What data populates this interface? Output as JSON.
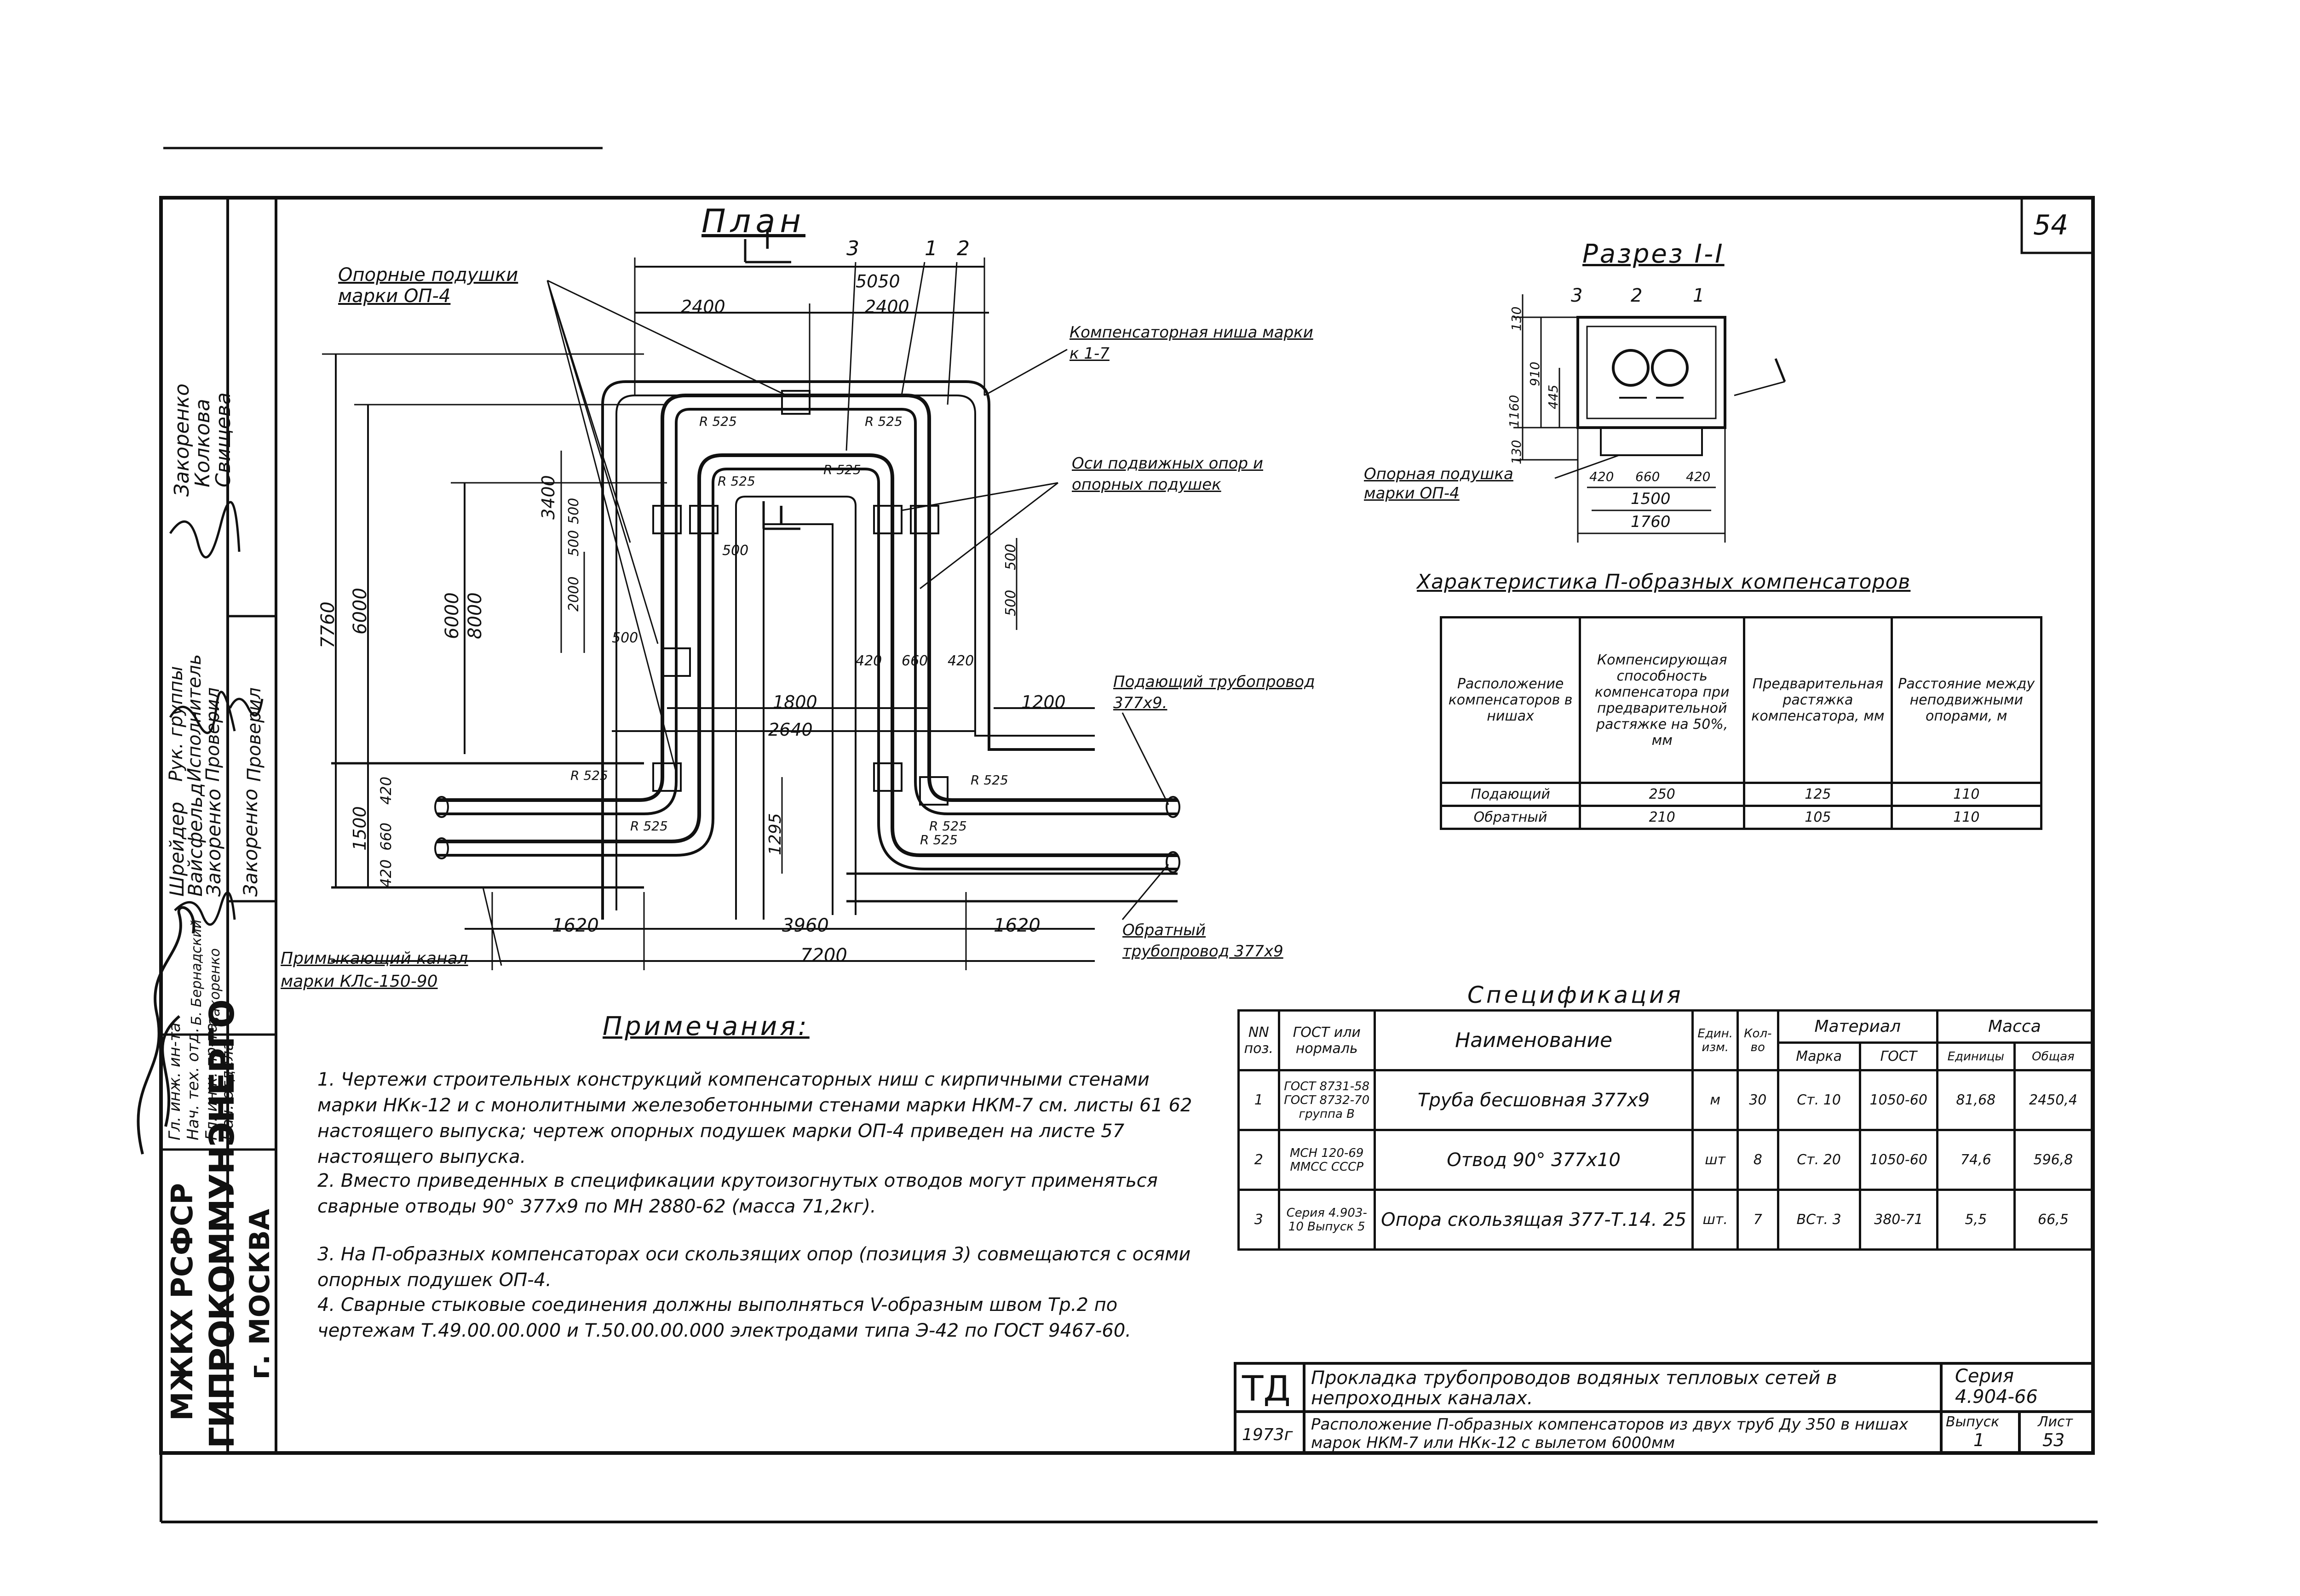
{
  "sheet_number": "54",
  "plan": {
    "title": "План",
    "section_marker": "I",
    "callouts": {
      "pads": "Опорные подушки марки ОП-4",
      "niche": "Компенсаторная ниша марки к 1-7",
      "axes": "Оси подвижных опор и опорных подушек",
      "supply": "Подающий трубопровод 377х9.",
      "return": "Обратный трубопровод 377х9",
      "channel": "Примыкающий канал марки КЛс-150-90"
    },
    "position_marks": [
      "3",
      "1",
      "2"
    ],
    "dims": {
      "top_total": "5050",
      "top_left": "2400",
      "top_right": "2400",
      "left_outer": "7760",
      "left_6000a": "6000",
      "left_6000b": "6000",
      "left_8000": "8000",
      "left_1500": "1500",
      "left_420a": "420",
      "left_420b": "420",
      "left_660": "660",
      "left_3400": "3400",
      "left_500a": "500",
      "left_500b": "500",
      "left_500c": "500",
      "left_2000": "2000",
      "mid_500": "500",
      "right_500a": "500",
      "right_500b": "500",
      "mid_1800": "1800",
      "mid_2640": "2640",
      "mid_1200": "1200",
      "mid_1295": "1295",
      "mid_420": "420",
      "mid_660": "660",
      "mid_420b": "420",
      "bottom_1620a": "1620",
      "bottom_3960": "3960",
      "bottom_1620b": "1620",
      "bottom_total": "7200",
      "radius_labels": [
        "R 525",
        "R 525",
        "R 525",
        "R 525",
        "R 525",
        "R 525",
        "R 525",
        "R 525",
        "R 525"
      ]
    }
  },
  "section": {
    "title": "Разрез I-I",
    "position_marks": [
      "3",
      "2",
      "1"
    ],
    "dims": {
      "h1": "130",
      "h2": "910",
      "h3": "1160",
      "h4": "445",
      "h5": "130",
      "w1": "420",
      "w2": "660",
      "w3": "420",
      "w4": "1500",
      "w5": "1760"
    },
    "pad_label": "Опорная подушка марки ОП-4"
  },
  "characteristics": {
    "title": "Характеристика П-образных компенсаторов",
    "headers": [
      "Расположение компенсаторов в нишах",
      "Компенсирующая способность компенсатора при предварительной растяжке на 50%, мм",
      "Предварительная растяжка компенсатора, мм",
      "Расстояние между неподвижными опорами, м"
    ],
    "rows": [
      [
        "Подающий",
        "250",
        "125",
        "110"
      ],
      [
        "Обратный",
        "210",
        "105",
        "110"
      ]
    ]
  },
  "specification": {
    "title": "Спецификация",
    "headers": {
      "pos": "NN поз.",
      "gost": "ГОСТ или нормаль",
      "name": "Наименование",
      "unit": "Един. изм.",
      "qty": "Кол-во",
      "material": "Материал",
      "mark": "Марка",
      "mgost": "ГОСТ",
      "mass": "Масса",
      "mass_unit": "Единицы",
      "mass_total": "Общая"
    },
    "rows": [
      {
        "pos": "1",
        "gost": "ГОСТ 8731-58 ГОСТ 8732-70 группа В",
        "name": "Труба бесшовная 377х9",
        "unit": "м",
        "qty": "30",
        "mark": "Ст. 10",
        "mgost": "1050-60",
        "mass_unit": "81,68",
        "mass_total": "2450,4"
      },
      {
        "pos": "2",
        "gost": "МСН 120-69 ММСС СССР",
        "name": "Отвод 90° 377х10",
        "unit": "шт",
        "qty": "8",
        "mark": "Ст. 20",
        "mgost": "1050-60",
        "mass_unit": "74,6",
        "mass_total": "596,8"
      },
      {
        "pos": "3",
        "gost": "Серия 4.903-10 Выпуск 5",
        "name": "Опора скользящая 377-Т.14. 25",
        "unit": "шт.",
        "qty": "7",
        "mark": "ВСт. 3",
        "mgost": "380-71",
        "mass_unit": "5,5",
        "mass_total": "66,5"
      }
    ]
  },
  "notes": {
    "title": "Примечания:",
    "items": [
      "1. Чертежи строительных конструкций компенсаторных ниш с кирпичными стенами марки НКк-12 и с монолитными железобетонными стенами марки НКМ-7 см. листы 61 62 настоящего выпуска; чертеж опорных подушек марки ОП-4 приведен на листе 57 настоящего выпуска.",
      "2. Вместо приведенных в спецификации крутоизогнутых отводов могут применяться сварные отводы 90° 377х9 по МН 2880-62 (масса 71,2кг).",
      "3. На П-образных компенсаторах оси скользящих опор (позиция 3) совмещаются с осями опорных подушек ОП-4.",
      "4. Сварные стыковые соединения должны выполняться V-образным швом Тр.2 по чертежам Т.49.00.00.000 и Т.50.00.00.000 электродами типа Э-42 по ГОСТ 9467-60."
    ]
  },
  "title_block": {
    "code": "ТД",
    "title1": "Прокладка трубопроводов водяных тепловых сетей в непроходных каналах.",
    "title2": "Расположение П-образных компенсаторов из двух труб Ду 350 в нишах марок НКМ-7 или НКк-12 с вылетом 6000мм",
    "year": "1973г",
    "series_label": "Серия",
    "series_value": "4.904-66",
    "issue_label": "Выпуск",
    "issue_value": "1",
    "sheet_label": "Лист",
    "sheet_value": "53"
  },
  "side_stamp": {
    "org1": "МЖКХ РСФСР",
    "org2": "ГИПРОКОММУНЭНЕРГО",
    "city": "г. МОСКВА",
    "rows": [
      {
        "role": "Гл. инж. ин-та",
        "name": ""
      },
      {
        "role": "Нач. тех. отд.",
        "name": "Б. Бернадский"
      },
      {
        "role": "Гл. инж. пр-та",
        "name": "Закоренко"
      },
      {
        "role": "Нач. отдела",
        "name": ""
      },
      {
        "role": "Рук. группы",
        "name": "Шрейдер"
      },
      {
        "role": "Исполнитель",
        "name": "Вайсфельд"
      },
      {
        "role": "Проверил",
        "name": "Закоренко"
      },
      {
        "role": "Проверил",
        "name": "Закоренко"
      }
    ],
    "sign_names": [
      "Закоренко",
      "Колкова",
      "Свищева"
    ]
  }
}
